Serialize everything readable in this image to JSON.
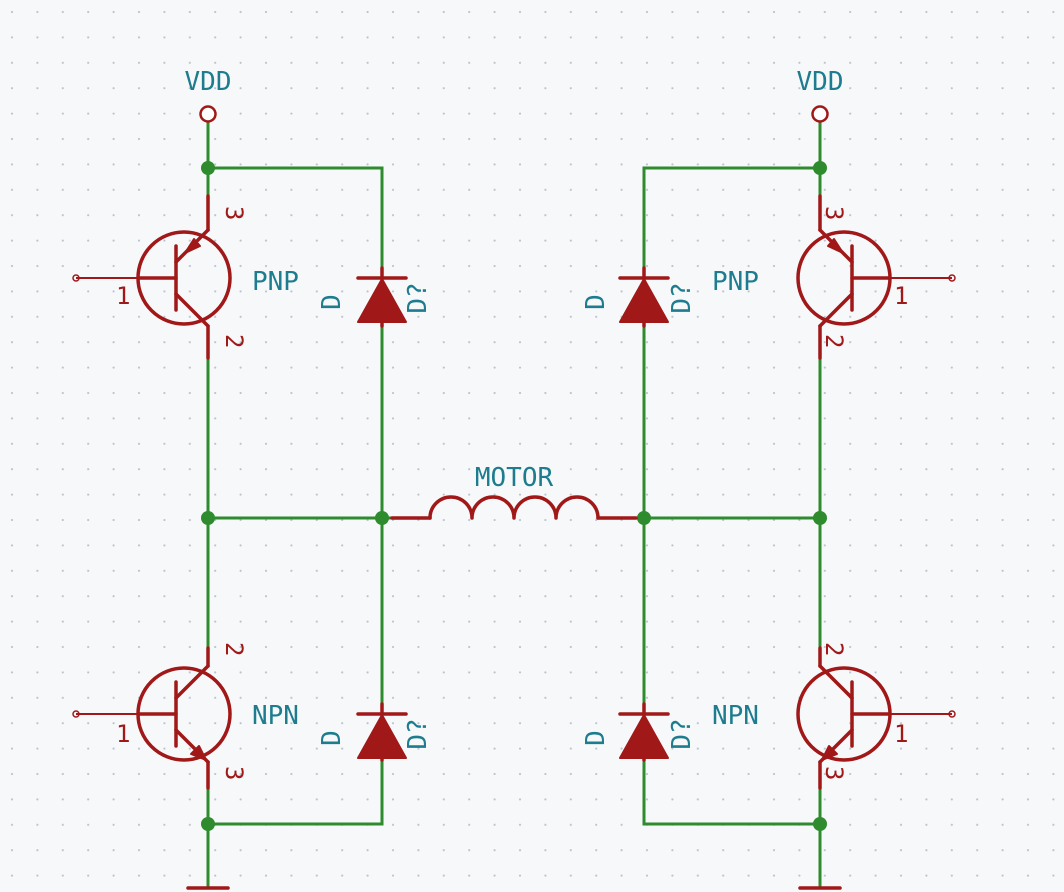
{
  "power": {
    "left": "VDD",
    "right": "VDD"
  },
  "motor": {
    "label": "MOTOR"
  },
  "transistors": {
    "top_left": {
      "type": "PNP",
      "pin_base": "1",
      "pin_top": "3",
      "pin_bottom": "2"
    },
    "top_right": {
      "type": "PNP",
      "pin_base": "1",
      "pin_top": "3",
      "pin_bottom": "2"
    },
    "bottom_left": {
      "type": "NPN",
      "pin_base": "1",
      "pin_top": "2",
      "pin_bottom": "3"
    },
    "bottom_right": {
      "type": "NPN",
      "pin_base": "1",
      "pin_top": "2",
      "pin_bottom": "3"
    }
  },
  "diodes": {
    "top_left": {
      "value": "D",
      "ref": "D?"
    },
    "top_right": {
      "value": "D",
      "ref": "D?"
    },
    "bottom_left": {
      "value": "D",
      "ref": "D?"
    },
    "bottom_right": {
      "value": "D",
      "ref": "D?"
    }
  },
  "colors": {
    "wire": "#2e8b2e",
    "symbol": "#a01818",
    "label": "#1d7c8e",
    "grid_dot": "#b9c2cf",
    "background": "#f7f8fa"
  }
}
